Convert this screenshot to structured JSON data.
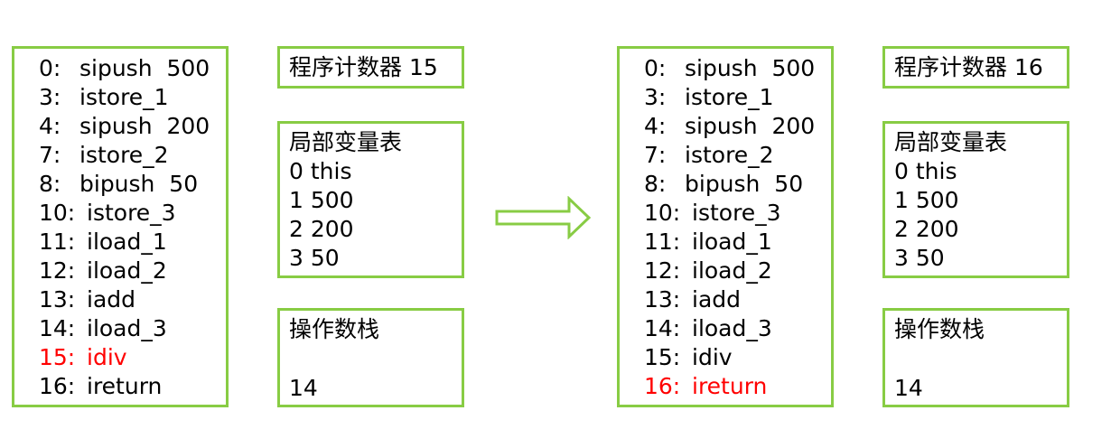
{
  "colors": {
    "border": "#88cc44",
    "highlight": "#ff0000",
    "arrow": "#88cc44"
  },
  "states": [
    {
      "code": [
        {
          "offset": "0:",
          "instr": "sipush  500"
        },
        {
          "offset": "3:",
          "instr": "istore_1"
        },
        {
          "offset": "4:",
          "instr": "sipush  200"
        },
        {
          "offset": "7:",
          "instr": "istore_2"
        },
        {
          "offset": "8:",
          "instr": "bipush  50"
        },
        {
          "offset": "10:",
          "instr": "istore_3"
        },
        {
          "offset": "11:",
          "instr": "iload_1"
        },
        {
          "offset": "12:",
          "instr": "iload_2"
        },
        {
          "offset": "13:",
          "instr": "iadd"
        },
        {
          "offset": "14:",
          "instr": "iload_3"
        },
        {
          "offset": "15:",
          "instr": "idiv"
        },
        {
          "offset": "16:",
          "instr": "ireturn"
        }
      ],
      "highlight_index": 10,
      "pc_label": "程序计数器  15",
      "vars_title": "局部变量表",
      "vars": [
        "0 this",
        "1 500",
        "2 200",
        "3 50"
      ],
      "stack_title": "操作数栈",
      "stack": [
        "14"
      ]
    },
    {
      "code": [
        {
          "offset": "0:",
          "instr": "sipush  500"
        },
        {
          "offset": "3:",
          "instr": "istore_1"
        },
        {
          "offset": "4:",
          "instr": "sipush  200"
        },
        {
          "offset": "7:",
          "instr": "istore_2"
        },
        {
          "offset": "8:",
          "instr": "bipush  50"
        },
        {
          "offset": "10:",
          "instr": "istore_3"
        },
        {
          "offset": "11:",
          "instr": "iload_1"
        },
        {
          "offset": "12:",
          "instr": "iload_2"
        },
        {
          "offset": "13:",
          "instr": "iadd"
        },
        {
          "offset": "14:",
          "instr": "iload_3"
        },
        {
          "offset": "15:",
          "instr": "idiv"
        },
        {
          "offset": "16:",
          "instr": "ireturn"
        }
      ],
      "highlight_index": 11,
      "pc_label": "程序计数器  16",
      "vars_title": "局部变量表",
      "vars": [
        "0 this",
        "1 500",
        "2 200",
        "3 50"
      ],
      "stack_title": "操作数栈",
      "stack": [
        "14"
      ]
    }
  ]
}
